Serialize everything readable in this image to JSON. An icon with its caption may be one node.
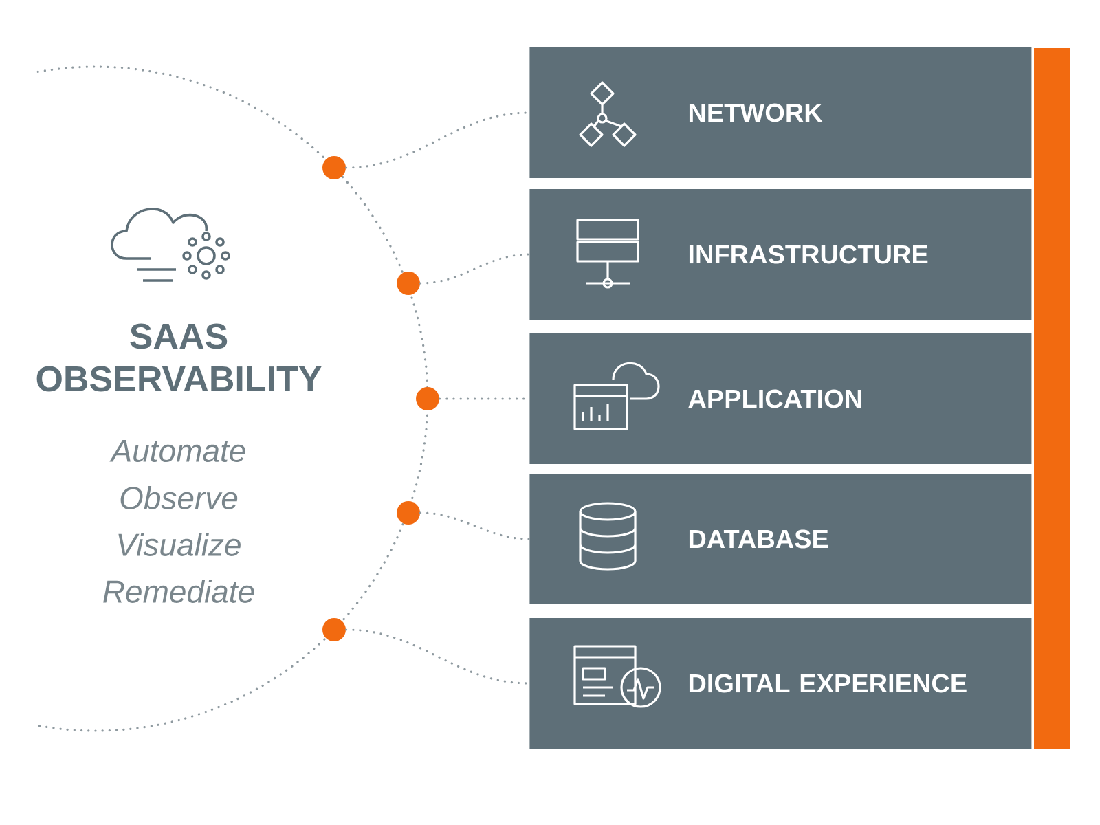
{
  "diagram": {
    "title": "SAAS OBSERVABILITY",
    "nodes": [
      {
        "text": [],
        "shape": "circle"
      },
      {
        "text": [],
        "shape": "circle"
      },
      {
        "text": [],
        "shape": "circle"
      },
      {
        "text": [],
        "shape": "circle"
      },
      {
        "text": [],
        "shape": "circle"
      },
      {
        "text": [
          "NETWORK"
        ]
      },
      {
        "text": [
          "INFRASTRUCTURE"
        ]
      },
      {
        "text": [
          "APPLICATION"
        ]
      },
      {
        "text": [
          "DATABASE"
        ]
      },
      {
        "text": [
          "DIGITAL EXPERIENCE"
        ]
      },
      {
        "text": [],
        "shape": "bar"
      }
    ],
    "edges": [
      {
        "from": 0,
        "to": 5,
        "arrow": "none",
        "style": "dashed"
      },
      {
        "from": 1,
        "to": 6,
        "arrow": "none",
        "style": "dashed"
      },
      {
        "from": 2,
        "to": 7,
        "arrow": "none",
        "style": "dashed"
      },
      {
        "from": 3,
        "to": 8,
        "arrow": "none",
        "style": "dashed"
      },
      {
        "from": 4,
        "to": 9,
        "arrow": "none",
        "style": "dashed"
      }
    ],
    "labels": [
      "Automate",
      "Observe",
      "Visualize",
      "Remediate"
    ]
  }
}
